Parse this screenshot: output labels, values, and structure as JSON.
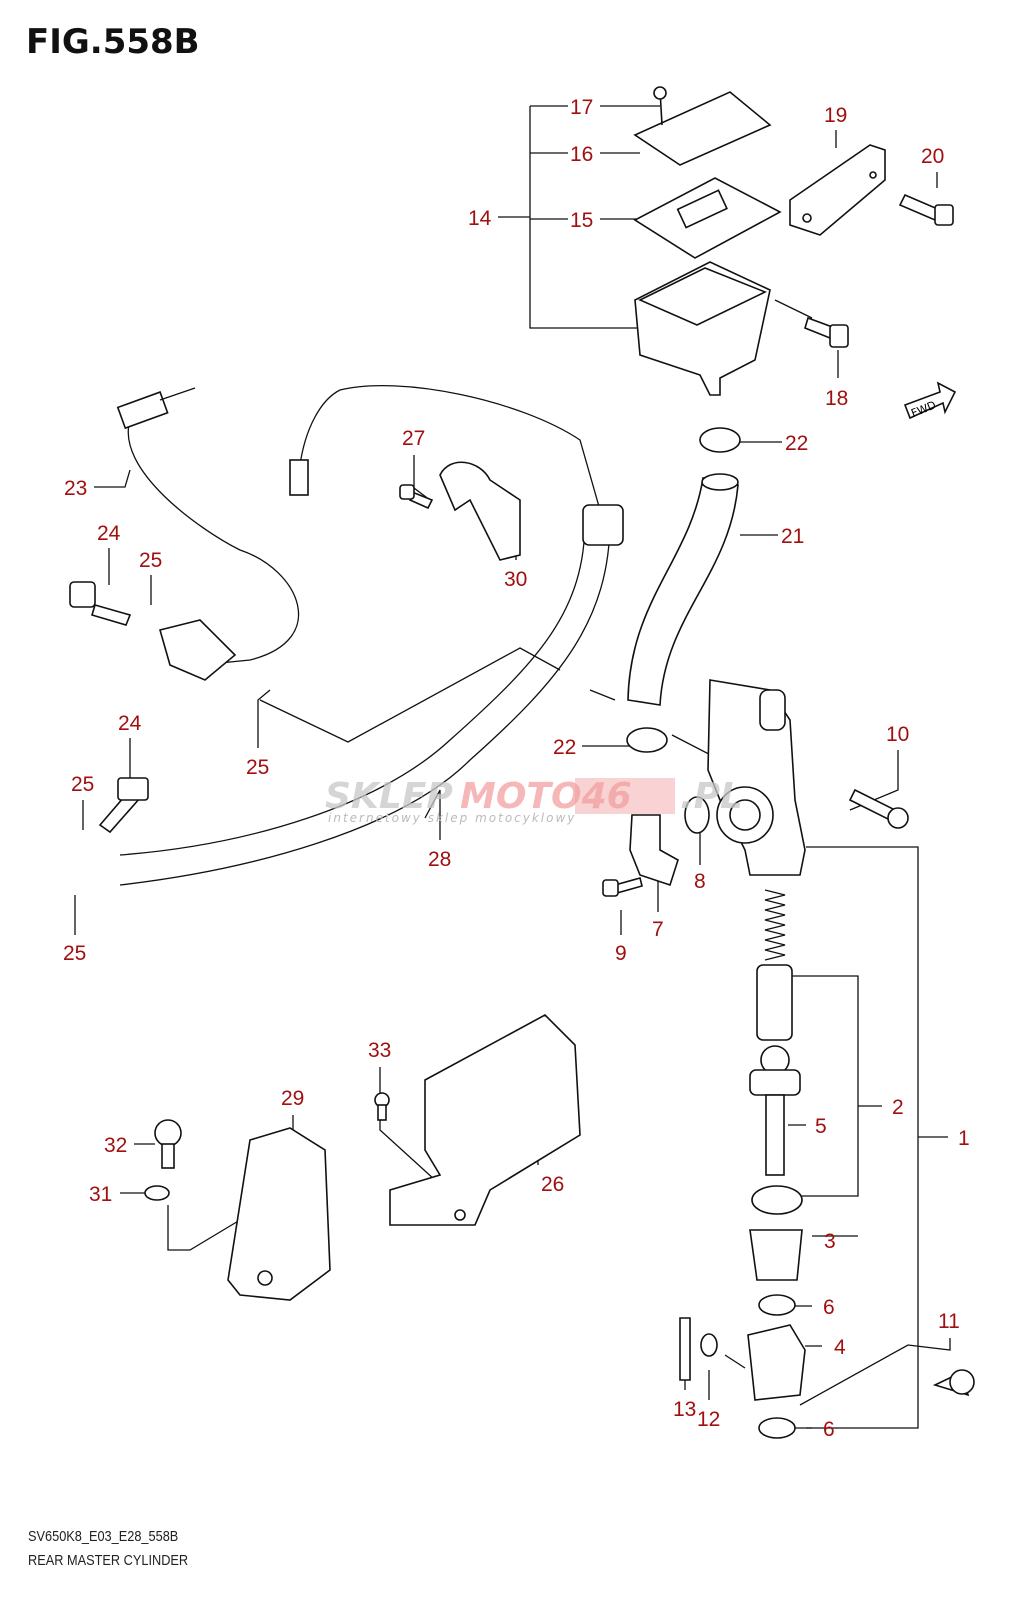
{
  "figure": {
    "title": "FIG.558B",
    "code": "SV650K8_E03_E28_558B",
    "caption": "REAR MASTER CYLINDER",
    "fwd_badge": "FWD"
  },
  "watermark": {
    "brand_grey": "SKLEP",
    "brand_red": "MOTO46",
    "tld": ".PL",
    "tagline": "internetowy sklep motocyklowy"
  },
  "colors": {
    "label": "#a01010",
    "line": "#111111"
  },
  "callouts": [
    "17",
    "16",
    "14",
    "15",
    "19",
    "20",
    "18",
    "22",
    "23",
    "27",
    "21",
    "30",
    "24",
    "25",
    "25",
    "24",
    "25",
    "10",
    "22",
    "28",
    "8",
    "7",
    "9",
    "25",
    "2",
    "1",
    "5",
    "33",
    "29",
    "32",
    "31",
    "26",
    "3",
    "6",
    "11",
    "4",
    "13",
    "12",
    "6"
  ]
}
